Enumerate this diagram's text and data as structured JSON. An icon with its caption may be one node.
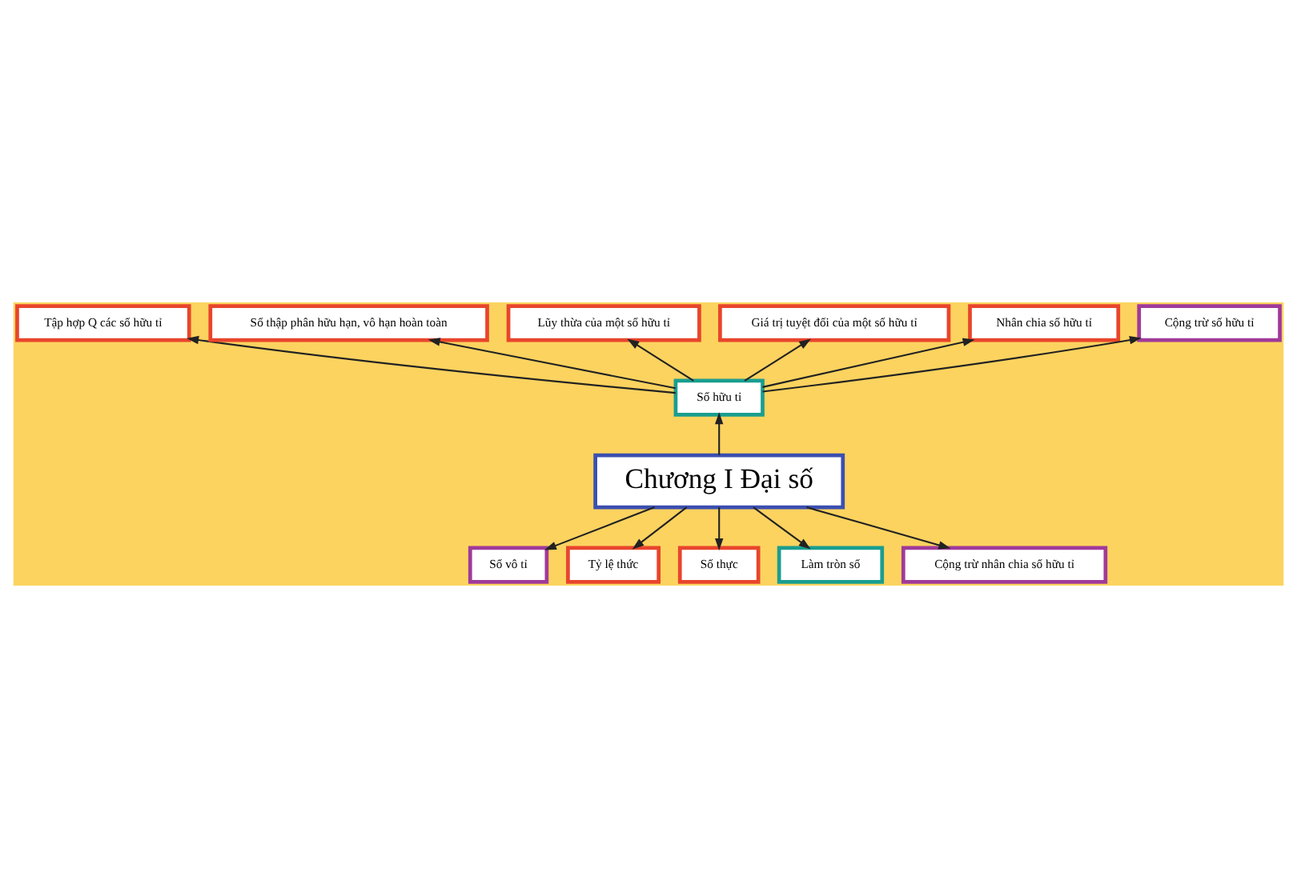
{
  "diagram": {
    "nodes": [
      {
        "text": [
          "Chương I Đại số"
        ]
      },
      {
        "text": [
          "Số hữu tỉ"
        ]
      },
      {
        "text": [
          "Tập hợp Q các số hữu tỉ"
        ]
      },
      {
        "text": [
          "Số thập phân hữu hạn, vô hạn hoàn toàn"
        ]
      },
      {
        "text": [
          "Lũy thừa của một số hữu tỉ"
        ]
      },
      {
        "text": [
          "Giá trị tuyệt đối của một số hữu tỉ"
        ]
      },
      {
        "text": [
          "Nhân chia số hữu tỉ"
        ]
      },
      {
        "text": [
          "Cộng trừ số hữu tỉ"
        ]
      },
      {
        "text": [
          "Số vô tỉ"
        ]
      },
      {
        "text": [
          "Tỷ lệ thức"
        ]
      },
      {
        "text": [
          "Số thực"
        ]
      },
      {
        "text": [
          "Làm tròn số"
        ]
      },
      {
        "text": [
          "Cộng trừ nhân chia số hữu tỉ"
        ]
      }
    ],
    "edges": [
      {
        "from": 0,
        "to": 1,
        "arrow": "to"
      },
      {
        "from": 1,
        "to": 2,
        "arrow": "to"
      },
      {
        "from": 1,
        "to": 3,
        "arrow": "to"
      },
      {
        "from": 1,
        "to": 4,
        "arrow": "to"
      },
      {
        "from": 1,
        "to": 5,
        "arrow": "to"
      },
      {
        "from": 1,
        "to": 6,
        "arrow": "to"
      },
      {
        "from": 1,
        "to": 7,
        "arrow": "to"
      },
      {
        "from": 0,
        "to": 8,
        "arrow": "to"
      },
      {
        "from": 0,
        "to": 9,
        "arrow": "to"
      },
      {
        "from": 0,
        "to": 10,
        "arrow": "to"
      },
      {
        "from": 0,
        "to": 11,
        "arrow": "to"
      },
      {
        "from": 0,
        "to": 12,
        "arrow": "to"
      }
    ]
  }
}
